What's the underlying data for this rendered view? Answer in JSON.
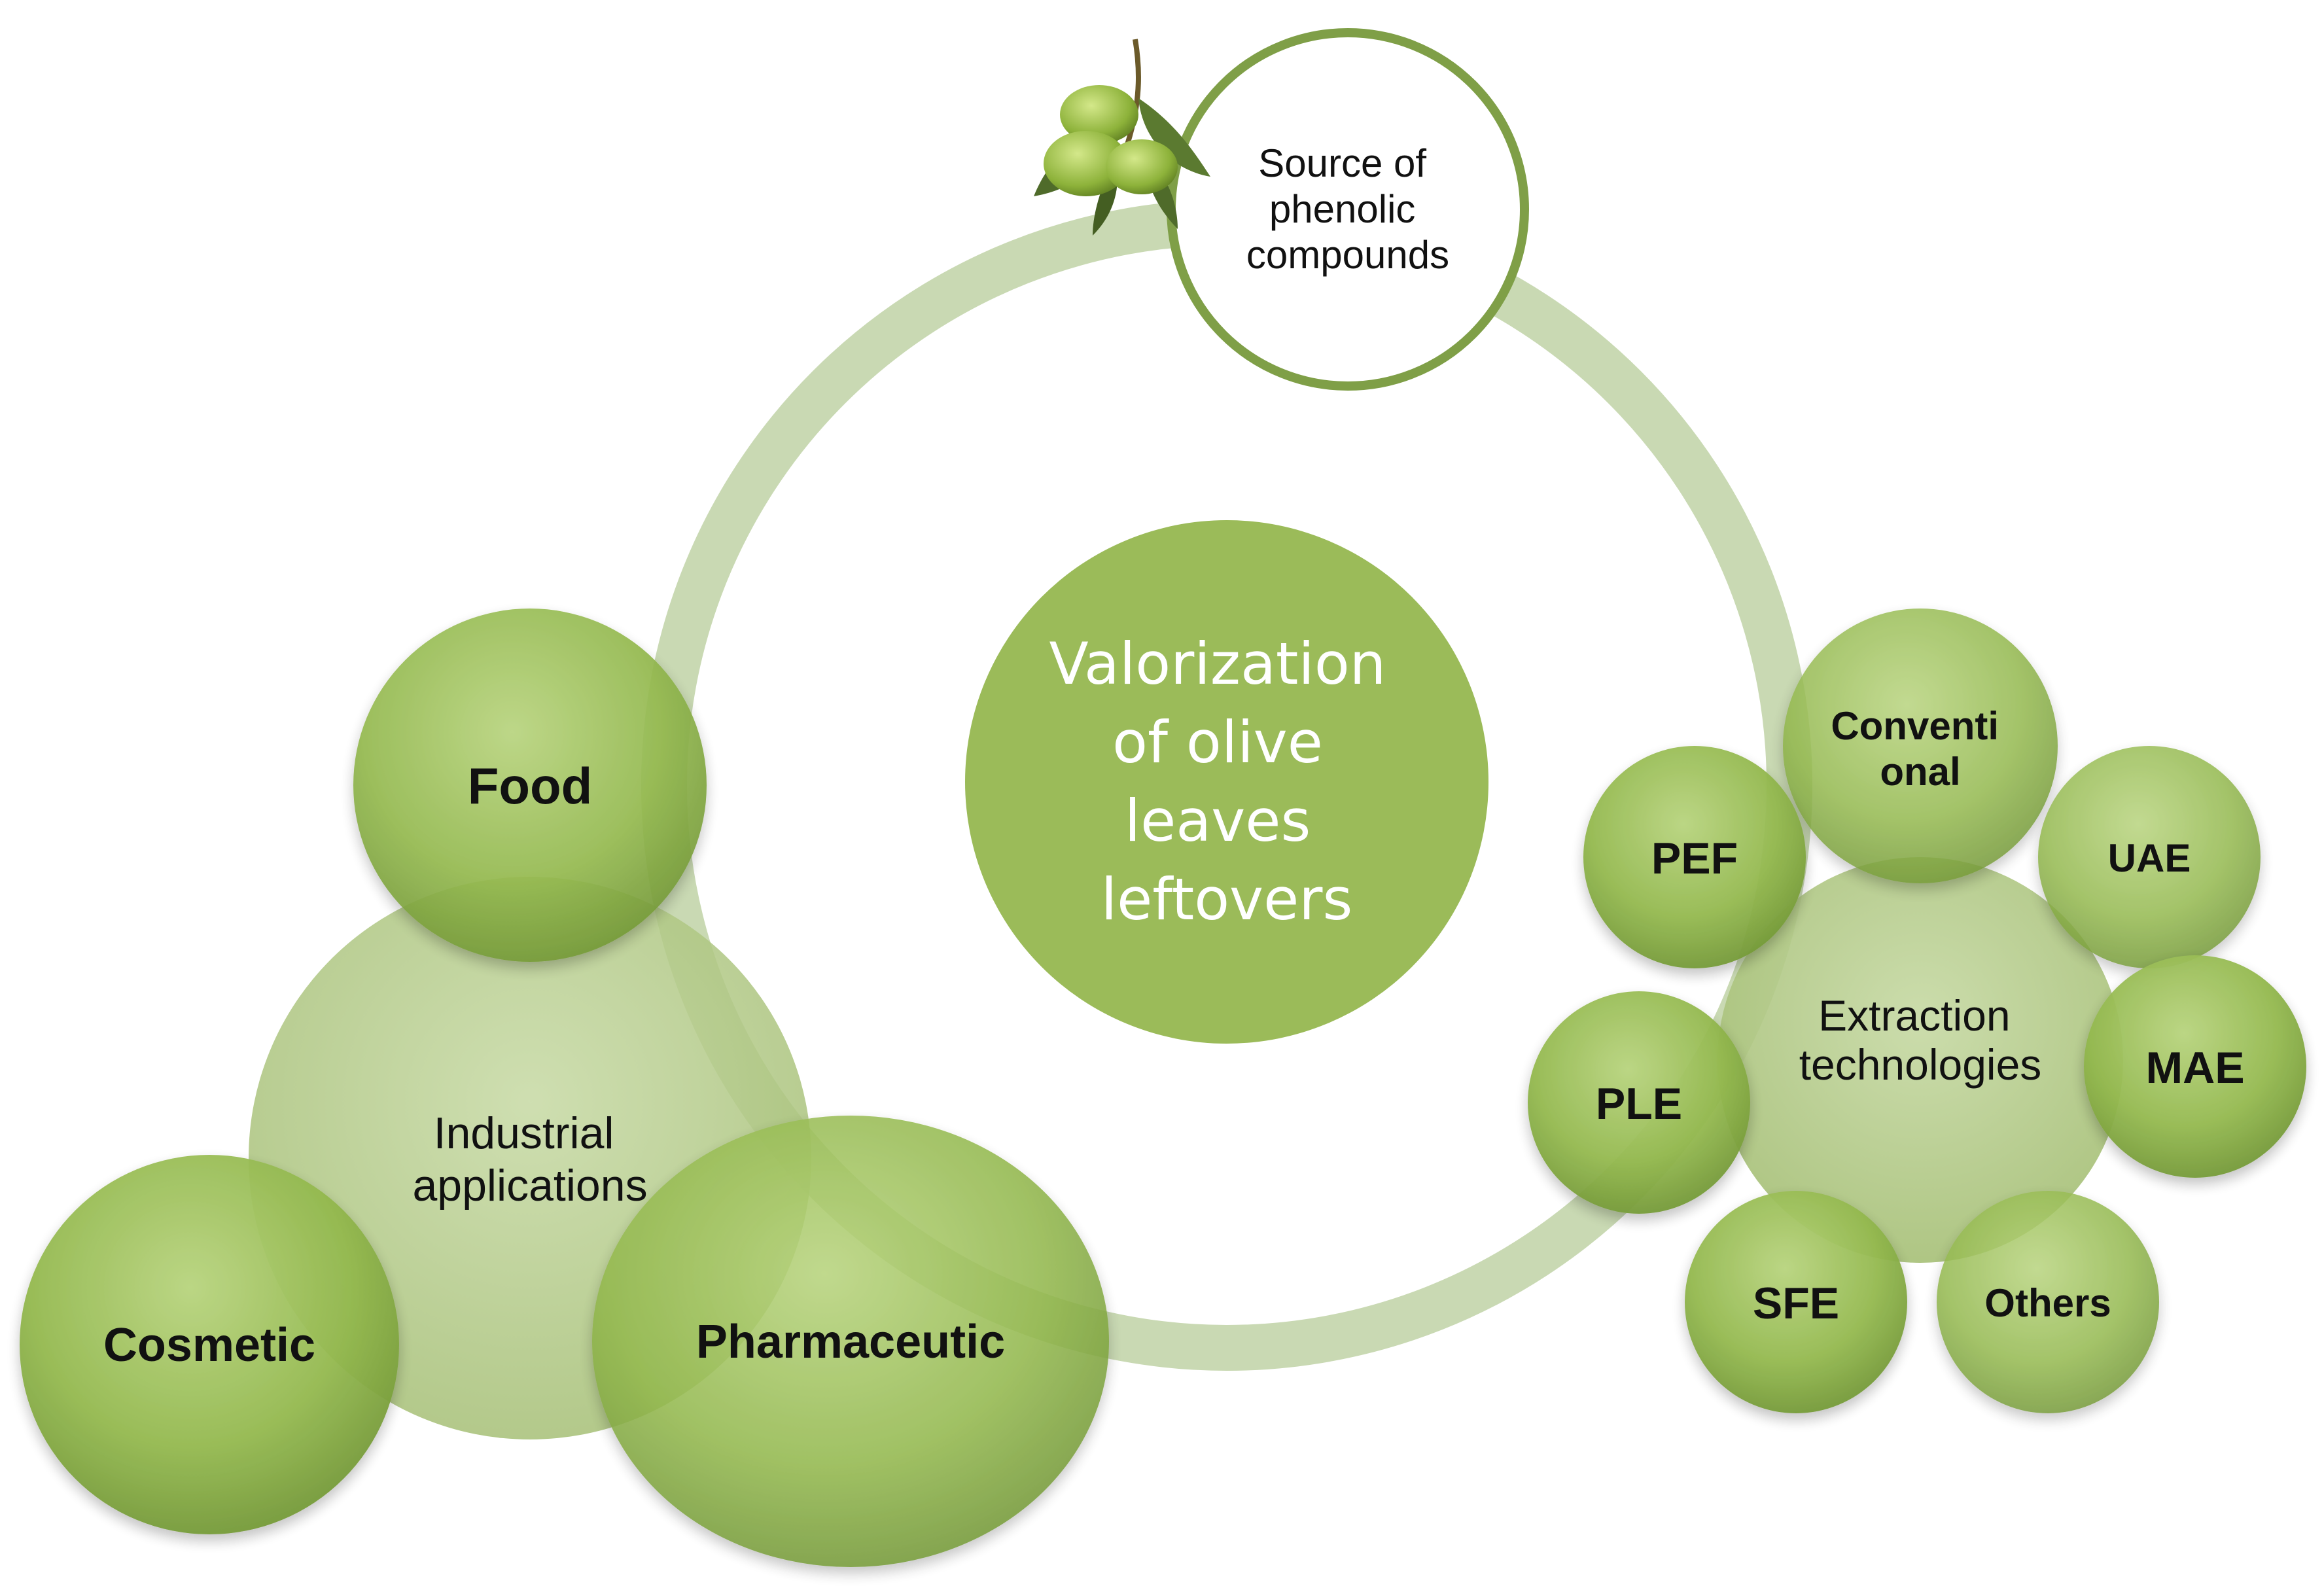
{
  "center": {
    "lines": [
      "Valorization",
      "of olive",
      "leaves",
      "leftovers"
    ]
  },
  "source": {
    "lines": [
      "Source of",
      "phenolic",
      "compounds"
    ]
  },
  "industrial": {
    "hub_lines": [
      "Industrial",
      "applications"
    ],
    "food": "Food",
    "cosmetic": "Cosmetic",
    "pharmaceutic": "Pharmaceutic"
  },
  "extraction": {
    "hub_lines": [
      "Extraction",
      "technologies"
    ],
    "conventional_lines": [
      "Conventi",
      "onal"
    ],
    "uae": "UAE",
    "mae": "MAE",
    "others": "Others",
    "sfe": "SFE",
    "ple": "PLE",
    "pef": "PEF"
  },
  "colors": {
    "ring": "#c9d9b3",
    "center": "#9bbb59",
    "hub": "#b7cc8f",
    "node": "#8db246",
    "node_light": "#b3cf78",
    "source_border": "#7f9f47",
    "olive": "#8fb43a",
    "leaf": "#4f6b2a"
  }
}
